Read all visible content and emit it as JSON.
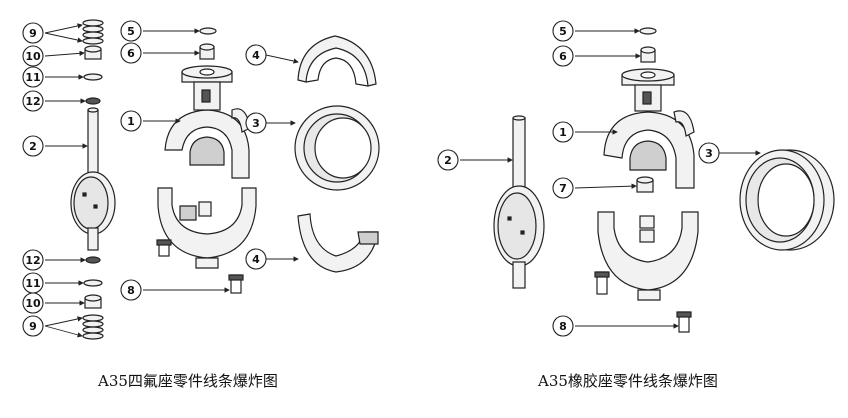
{
  "captions": {
    "left": "A35四氟座零件线条爆炸图",
    "right": "A35橡胶座零件线条爆炸图"
  },
  "left_view": {
    "callouts": [
      "9",
      "10",
      "11",
      "12",
      "2",
      "12",
      "11",
      "10",
      "9",
      "5",
      "6",
      "1",
      "8",
      "4",
      "3",
      "4"
    ]
  },
  "right_view": {
    "callouts": [
      "5",
      "6",
      "1",
      "7",
      "2",
      "3",
      "8"
    ]
  },
  "colors": {
    "line": "#222222",
    "fill": "#f2f2f2",
    "shade": "#cfcfcf",
    "dark": "#555555"
  }
}
